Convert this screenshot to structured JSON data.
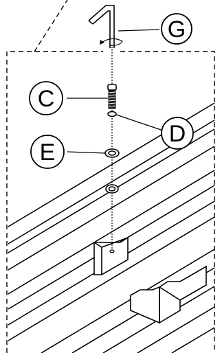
{
  "callouts": {
    "g": "G",
    "c": "C",
    "d": "D",
    "e": "E"
  },
  "colors": {
    "ink": "#000000",
    "paper": "#ffffff"
  }
}
